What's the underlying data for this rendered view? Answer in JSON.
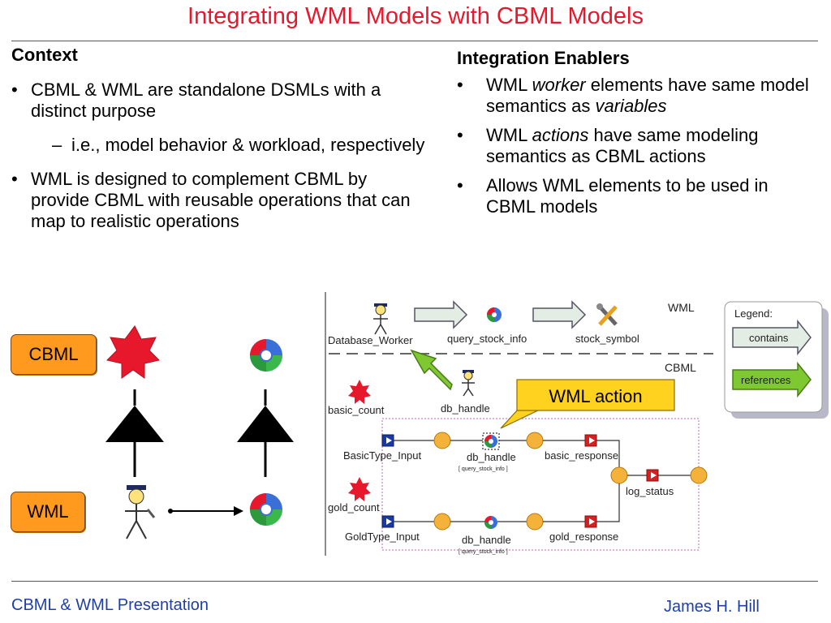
{
  "title": "Integrating WML Models with CBML Models",
  "context": {
    "heading": "Context",
    "bullet1": "CBML & WML are standalone DSMLs with a distinct purpose",
    "sub1": "i.e., model behavior & workload, respectively",
    "bullet2": "WML is designed to complement CBML by provide CBML with reusable operations that can map to realistic operations"
  },
  "enablers": {
    "heading": "Integration Enablers",
    "b1_pre": "WML ",
    "b1_em": "worker",
    "b1_mid": " elements have same model semantics as ",
    "b1_em2": "variables",
    "b2_pre": "WML ",
    "b2_em": "actions",
    "b2_post": " have same modeling semantics as CBML actions",
    "b3": "Allows WML elements to be used in CBML models"
  },
  "left_diagram": {
    "cbml_tag": "CBML",
    "wml_tag": "WML"
  },
  "right_diagram": {
    "section_wml": "WML",
    "section_cbml": "CBML",
    "database_worker": "Database_Worker",
    "query_stock_info": "query_stock_info",
    "stock_symbol": "stock_symbol",
    "db_handle_top": "db_handle",
    "basic_count": "basic_count",
    "gold_count": "gold_count",
    "basic_type_input": "BasicType_Input",
    "db_handle_1": "db_handle",
    "db_handle_1_sub": "[ query_stock_info ]",
    "basic_response": "basic_response",
    "log_status": "log_status",
    "gold_type_input": "GoldType_Input",
    "db_handle_2": "db_handle",
    "db_handle_2_sub": "[ query_stock_info ]",
    "gold_response": "gold_response",
    "callout": "WML action"
  },
  "legend": {
    "title": "Legend:",
    "contains": "contains",
    "references": "references"
  },
  "footer": {
    "left": "CBML & WML Presentation",
    "right": "James H. Hill"
  },
  "colors": {
    "title": "#e8182c",
    "footer": "#1f3fa8",
    "tag_orange": "#ff9a1f",
    "callout_yellow": "#ffd21f",
    "star_red": "#e8182c",
    "arrow_green": "#7ec832"
  }
}
